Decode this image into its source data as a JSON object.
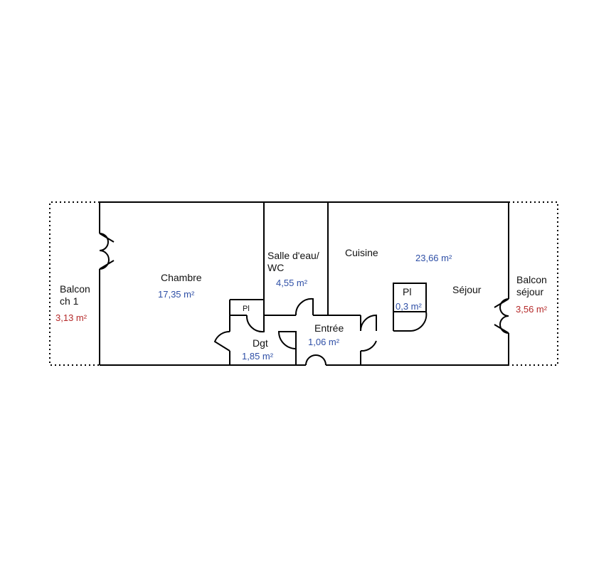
{
  "colors": {
    "wall": "#000000",
    "interior_area": "#2e4fa6",
    "balcony_area": "#b52a2a",
    "label": "#111111"
  },
  "rooms": {
    "balcon_ch1": {
      "name_line1": "Balcon",
      "name_line2": "ch 1",
      "area": "3,13  m²"
    },
    "chambre": {
      "name": "Chambre",
      "area": "17,35  m²"
    },
    "salle_eau": {
      "name_line1": "Salle d'eau/",
      "name_line2": "WC",
      "area": "4,55  m²"
    },
    "placard_dgt": {
      "name": "Pl"
    },
    "dgt": {
      "name": "Dgt",
      "area": "1,85  m²"
    },
    "entree": {
      "name": "Entrée",
      "area": "1,06  m²"
    },
    "cuisine": {
      "name": "Cuisine"
    },
    "sejour_area": {
      "area": "23,66  m²"
    },
    "placard_sejour": {
      "name": "Pl",
      "area": "0,3  m²"
    },
    "sejour": {
      "name": "Séjour"
    },
    "balcon_sejour": {
      "name_line1": "Balcon",
      "name_line2": "séjour",
      "area": "3,56  m²"
    }
  }
}
